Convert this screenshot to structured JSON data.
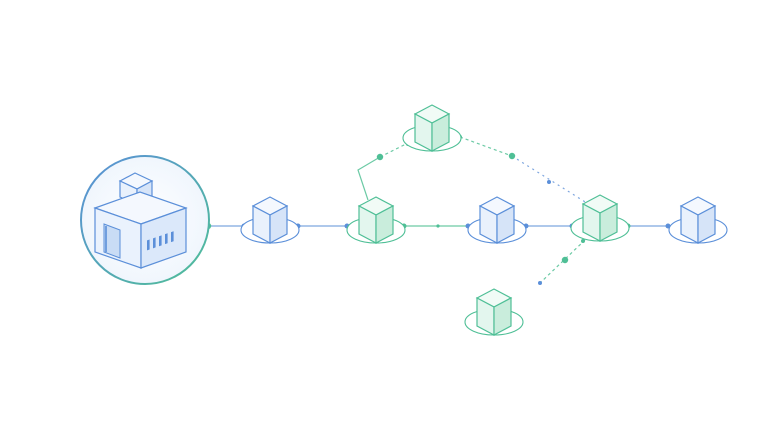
{
  "palette": {
    "background": "#ffffff",
    "blue_stroke": "#5b8fd9",
    "blue_fill": "#e9f1fc",
    "blue_face_light": "#f4f8fe",
    "blue_face_dark": "#d6e4f8",
    "green_stroke": "#4fbf96",
    "green_fill": "#e3f6ee",
    "green_face_light": "#f1fbf6",
    "green_face_dark": "#c9eddc",
    "connector_blue": "#7ea6df",
    "connector_green": "#6ccaa5"
  },
  "hub": {
    "name": "warehouse-hub",
    "icon": "warehouse-icon"
  },
  "nodes": [
    {
      "id": "n1",
      "name": "cube-node-1",
      "color": "blue",
      "icon": "cube-icon"
    },
    {
      "id": "n2",
      "name": "cube-node-2",
      "color": "green",
      "icon": "cube-icon"
    },
    {
      "id": "n3",
      "name": "cube-node-3",
      "color": "blue",
      "icon": "cube-icon"
    },
    {
      "id": "n4",
      "name": "cube-node-4",
      "color": "green",
      "icon": "cube-icon"
    },
    {
      "id": "n5",
      "name": "cube-node-5",
      "color": "blue",
      "icon": "cube-icon"
    },
    {
      "id": "n6",
      "name": "cube-node-top",
      "color": "green",
      "icon": "cube-icon"
    },
    {
      "id": "n7",
      "name": "cube-node-bottom",
      "color": "green",
      "icon": "cube-icon"
    }
  ],
  "edges": [
    {
      "from": "hub",
      "to": "n1",
      "style": "solid"
    },
    {
      "from": "n1",
      "to": "n2",
      "style": "solid"
    },
    {
      "from": "n2",
      "to": "n3",
      "style": "solid"
    },
    {
      "from": "n3",
      "to": "n4",
      "style": "solid"
    },
    {
      "from": "n4",
      "to": "n5",
      "style": "solid"
    },
    {
      "from": "n2",
      "to": "n6",
      "style": "solid-dashed"
    },
    {
      "from": "n6",
      "to": "n4",
      "style": "dashed"
    },
    {
      "from": "n4",
      "to": "n7",
      "style": "dashed"
    }
  ]
}
